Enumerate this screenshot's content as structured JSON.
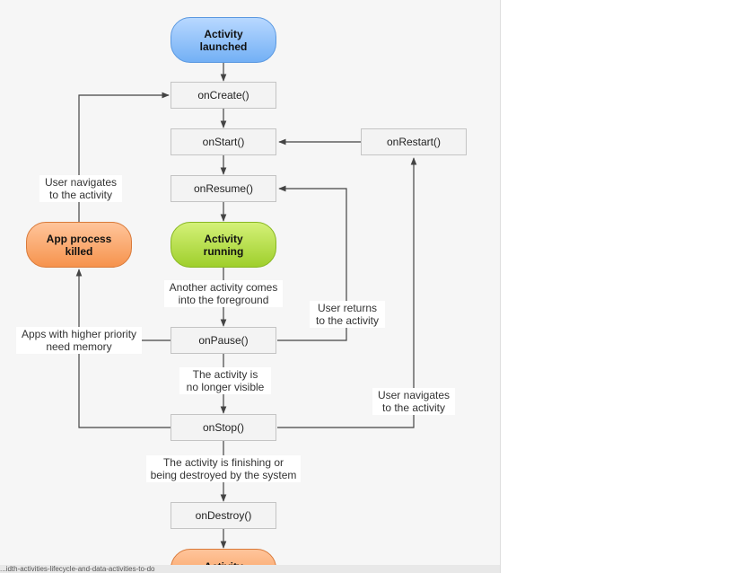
{
  "nodes": {
    "launched": "Activity\nlaunched",
    "on_create": "onCreate()",
    "on_start": "onStart()",
    "on_restart": "onRestart()",
    "on_resume": "onResume()",
    "running": "Activity\nrunning",
    "process_killed": "App process\nkilled",
    "on_pause": "onPause()",
    "on_stop": "onStop()",
    "on_destroy": "onDestroy()",
    "shutdown": "Activity\nshut down"
  },
  "labels": {
    "user_nav_1": "User navigates\nto the activity",
    "another_activity": "Another activity comes\ninto the foreground",
    "user_returns": "User returns\nto the activity",
    "higher_priority": "Apps with higher priority\nneed memory",
    "no_longer_visible": "The activity is\nno longer visible",
    "user_nav_2": "User navigates\nto the activity",
    "finishing": "The activity is finishing or\nbeing destroyed by the system"
  },
  "colors": {
    "launched": "#73b0f5",
    "running": "#9fcf2c",
    "killed": "#f6934d",
    "connector": "#444444"
  },
  "statusbar": {
    "text": "...idth-activities-lifecycle-and-data-activities-to-do"
  }
}
